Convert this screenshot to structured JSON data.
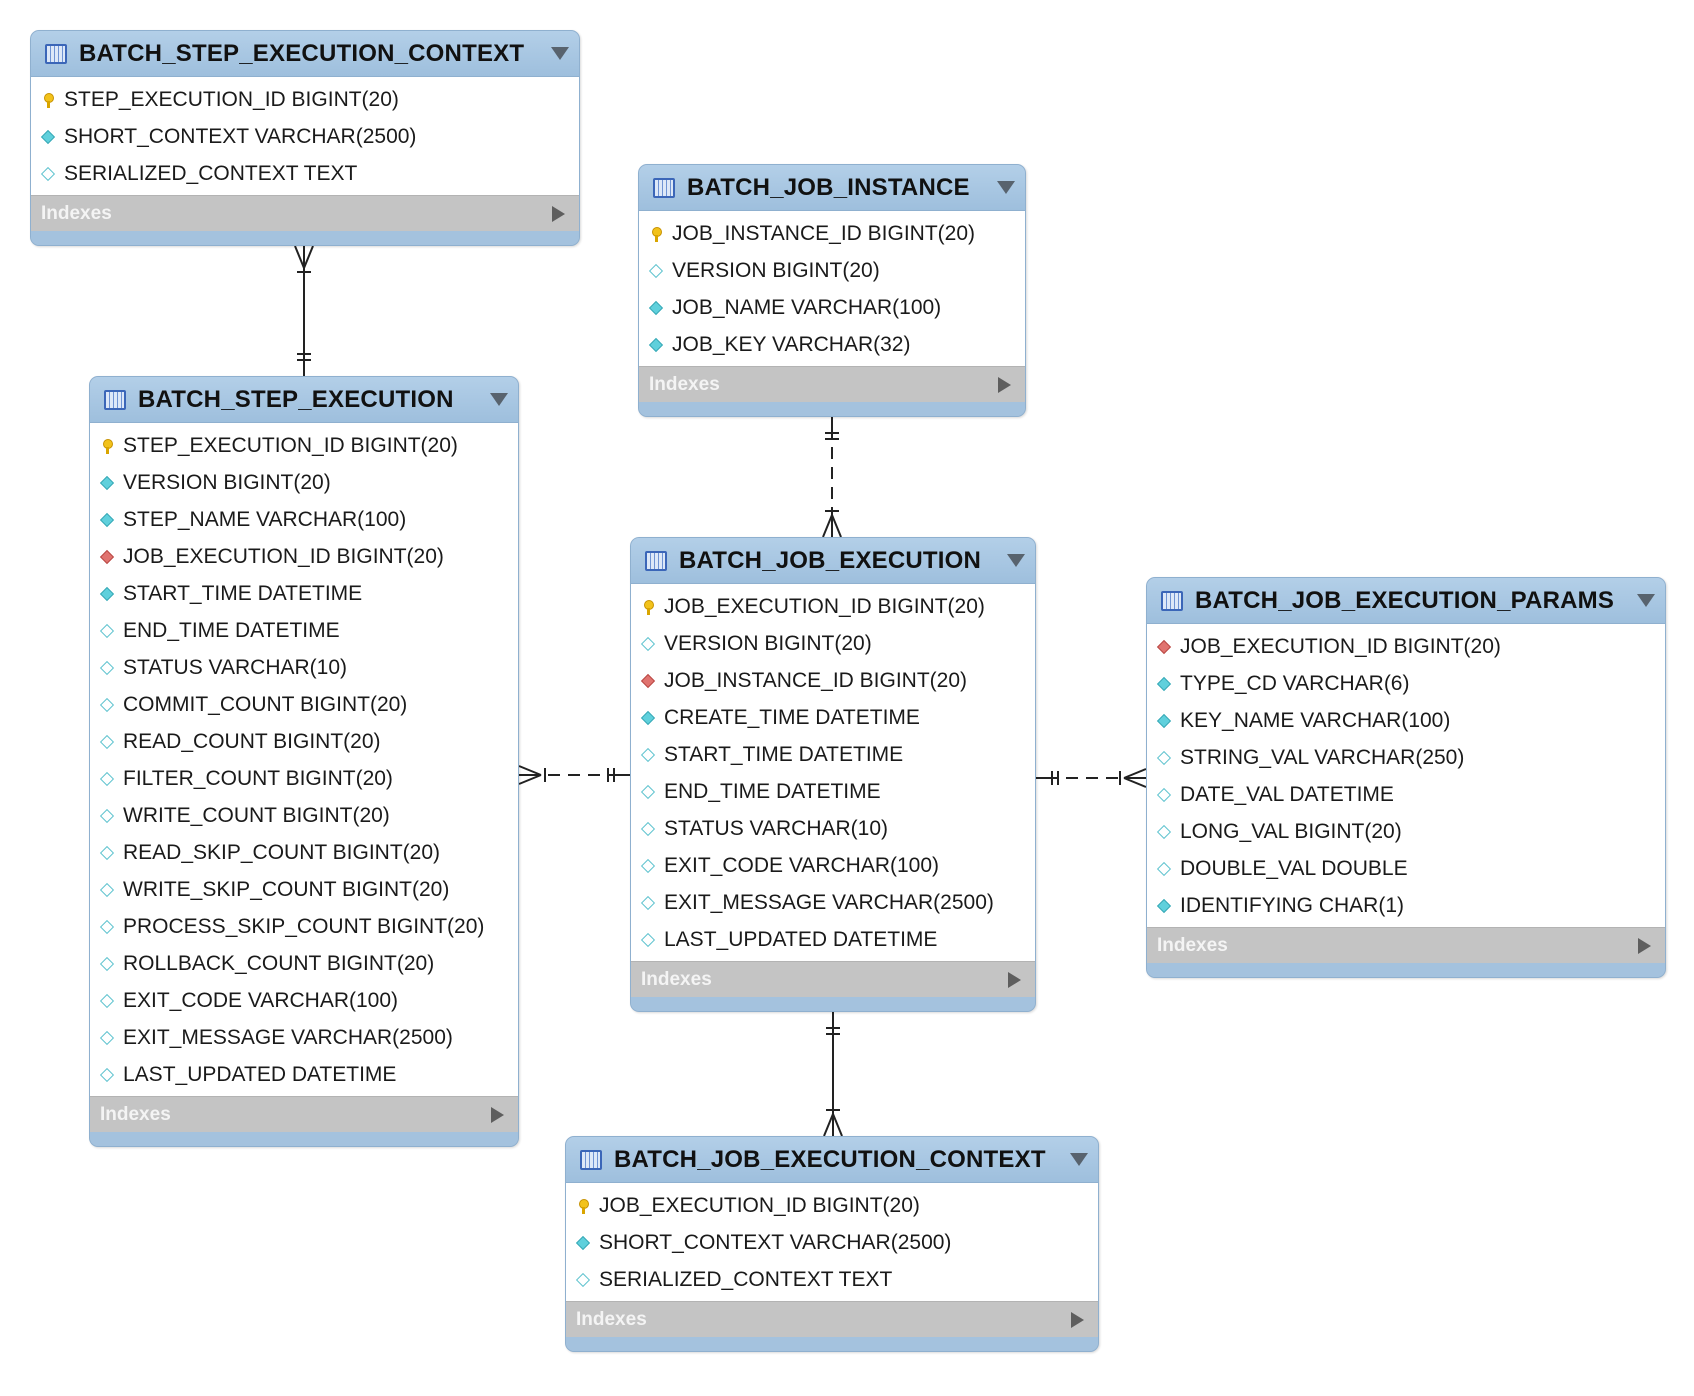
{
  "tables": {
    "step_ctx": {
      "title": "BATCH_STEP_EXECUTION_CONTEXT",
      "indexes_label": "Indexes",
      "columns": [
        {
          "text": "STEP_EXECUTION_ID BIGINT(20)",
          "marker": "key"
        },
        {
          "text": "SHORT_CONTEXT VARCHAR(2500)",
          "marker": "filled"
        },
        {
          "text": "SERIALIZED_CONTEXT TEXT",
          "marker": "hollow"
        }
      ]
    },
    "job_instance": {
      "title": "BATCH_JOB_INSTANCE",
      "indexes_label": "Indexes",
      "columns": [
        {
          "text": "JOB_INSTANCE_ID BIGINT(20)",
          "marker": "key"
        },
        {
          "text": "VERSION BIGINT(20)",
          "marker": "hollow"
        },
        {
          "text": "JOB_NAME VARCHAR(100)",
          "marker": "filled"
        },
        {
          "text": "JOB_KEY VARCHAR(32)",
          "marker": "filled"
        }
      ]
    },
    "step_exec": {
      "title": "BATCH_STEP_EXECUTION",
      "indexes_label": "Indexes",
      "columns": [
        {
          "text": "STEP_EXECUTION_ID BIGINT(20)",
          "marker": "key"
        },
        {
          "text": "VERSION BIGINT(20)",
          "marker": "filled"
        },
        {
          "text": "STEP_NAME VARCHAR(100)",
          "marker": "filled"
        },
        {
          "text": "JOB_EXECUTION_ID BIGINT(20)",
          "marker": "fk"
        },
        {
          "text": "START_TIME DATETIME",
          "marker": "filled"
        },
        {
          "text": "END_TIME DATETIME",
          "marker": "hollow"
        },
        {
          "text": "STATUS VARCHAR(10)",
          "marker": "hollow"
        },
        {
          "text": "COMMIT_COUNT BIGINT(20)",
          "marker": "hollow"
        },
        {
          "text": "READ_COUNT BIGINT(20)",
          "marker": "hollow"
        },
        {
          "text": "FILTER_COUNT BIGINT(20)",
          "marker": "hollow"
        },
        {
          "text": "WRITE_COUNT BIGINT(20)",
          "marker": "hollow"
        },
        {
          "text": "READ_SKIP_COUNT BIGINT(20)",
          "marker": "hollow"
        },
        {
          "text": "WRITE_SKIP_COUNT BIGINT(20)",
          "marker": "hollow"
        },
        {
          "text": "PROCESS_SKIP_COUNT BIGINT(20)",
          "marker": "hollow"
        },
        {
          "text": "ROLLBACK_COUNT BIGINT(20)",
          "marker": "hollow"
        },
        {
          "text": "EXIT_CODE VARCHAR(100)",
          "marker": "hollow"
        },
        {
          "text": "EXIT_MESSAGE VARCHAR(2500)",
          "marker": "hollow"
        },
        {
          "text": "LAST_UPDATED DATETIME",
          "marker": "hollow"
        }
      ]
    },
    "job_exec": {
      "title": "BATCH_JOB_EXECUTION",
      "indexes_label": "Indexes",
      "columns": [
        {
          "text": "JOB_EXECUTION_ID BIGINT(20)",
          "marker": "key"
        },
        {
          "text": "VERSION BIGINT(20)",
          "marker": "hollow"
        },
        {
          "text": "JOB_INSTANCE_ID BIGINT(20)",
          "marker": "fk"
        },
        {
          "text": "CREATE_TIME DATETIME",
          "marker": "filled"
        },
        {
          "text": "START_TIME DATETIME",
          "marker": "hollow"
        },
        {
          "text": "END_TIME DATETIME",
          "marker": "hollow"
        },
        {
          "text": "STATUS VARCHAR(10)",
          "marker": "hollow"
        },
        {
          "text": "EXIT_CODE VARCHAR(100)",
          "marker": "hollow"
        },
        {
          "text": "EXIT_MESSAGE VARCHAR(2500)",
          "marker": "hollow"
        },
        {
          "text": "LAST_UPDATED DATETIME",
          "marker": "hollow"
        }
      ]
    },
    "job_params": {
      "title": "BATCH_JOB_EXECUTION_PARAMS",
      "indexes_label": "Indexes",
      "columns": [
        {
          "text": "JOB_EXECUTION_ID BIGINT(20)",
          "marker": "fk"
        },
        {
          "text": "TYPE_CD VARCHAR(6)",
          "marker": "filled"
        },
        {
          "text": "KEY_NAME VARCHAR(100)",
          "marker": "filled"
        },
        {
          "text": "STRING_VAL VARCHAR(250)",
          "marker": "hollow"
        },
        {
          "text": "DATE_VAL DATETIME",
          "marker": "hollow"
        },
        {
          "text": "LONG_VAL BIGINT(20)",
          "marker": "hollow"
        },
        {
          "text": "DOUBLE_VAL DOUBLE",
          "marker": "hollow"
        },
        {
          "text": "IDENTIFYING CHAR(1)",
          "marker": "filled"
        }
      ]
    },
    "job_ctx": {
      "title": "BATCH_JOB_EXECUTION_CONTEXT",
      "indexes_label": "Indexes",
      "columns": [
        {
          "text": "JOB_EXECUTION_ID BIGINT(20)",
          "marker": "key"
        },
        {
          "text": "SHORT_CONTEXT VARCHAR(2500)",
          "marker": "filled"
        },
        {
          "text": "SERIALIZED_CONTEXT TEXT",
          "marker": "hollow"
        }
      ]
    }
  },
  "relationships": [
    {
      "one": "step_exec",
      "many": "step_ctx",
      "identifying": true
    },
    {
      "one": "job_instance",
      "many": "job_exec",
      "identifying": false
    },
    {
      "one": "job_exec",
      "many": "step_exec",
      "identifying": false
    },
    {
      "one": "job_exec",
      "many": "job_params",
      "identifying": false
    },
    {
      "one": "job_exec",
      "many": "job_ctx",
      "identifying": true
    }
  ]
}
